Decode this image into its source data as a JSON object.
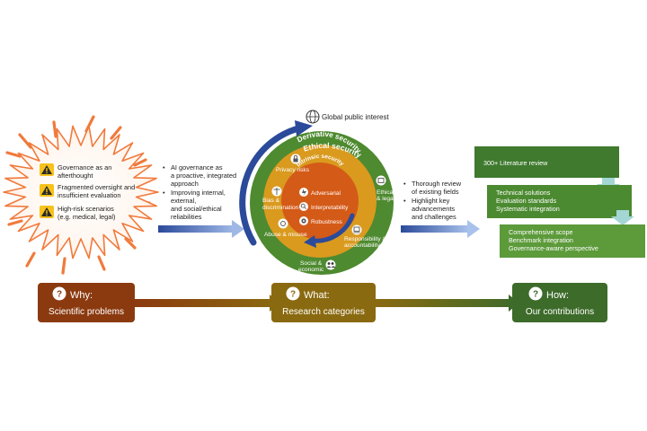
{
  "problems": {
    "items": [
      "Governance as an afterthought",
      "Fragmented oversight and insufficient evaluation",
      "High-risk scenarios (e.g. medical, legal)"
    ]
  },
  "left_bullets": [
    "AI governance as a proactive, integrated approach",
    "Improving internal, external, and social/ethical reliabilities"
  ],
  "circle": {
    "global": "Global public interest",
    "ethical": "Ethical security",
    "derivative": "Derivative security",
    "intrinsic": "Intrinsic security",
    "privacy": "Privacy risks",
    "bias": "Bias & discrimination",
    "abuse": "Abuse & misuse",
    "adversarial": "Adversarial",
    "interpretability": "Interpretability",
    "robustness": "Robustness",
    "ethical_legal": "Ethical & legal",
    "responsibility": "Responsibility & accountability",
    "social": "Social & economic"
  },
  "right_bullets": [
    "Thorough review of existing fields",
    "Highlight key advancements and challenges"
  ],
  "contrib": {
    "box1": "300+ Literature review",
    "box2": [
      "Technical solutions",
      "Evaluation standards",
      "Systematic integration"
    ],
    "box3": [
      "Comprehensive scope",
      "Benchmark integration",
      "Governance-aware perspective"
    ]
  },
  "bottom": {
    "why_title": "Why:",
    "why_sub": "Scientific problems",
    "what_title": "What:",
    "what_sub": "Research categories",
    "how_title": "How:",
    "how_sub": "Our contributions"
  },
  "colors": {
    "why": "#8b3a10",
    "what": "#8a6a10",
    "how": "#3d6b2a",
    "outer_ring": "#4e8a30",
    "middle_ring": "#d99a1e",
    "inner_ring": "#d45a18",
    "arrow_blue": "#2b4a9a",
    "burst_orange": "#f07a3c"
  }
}
